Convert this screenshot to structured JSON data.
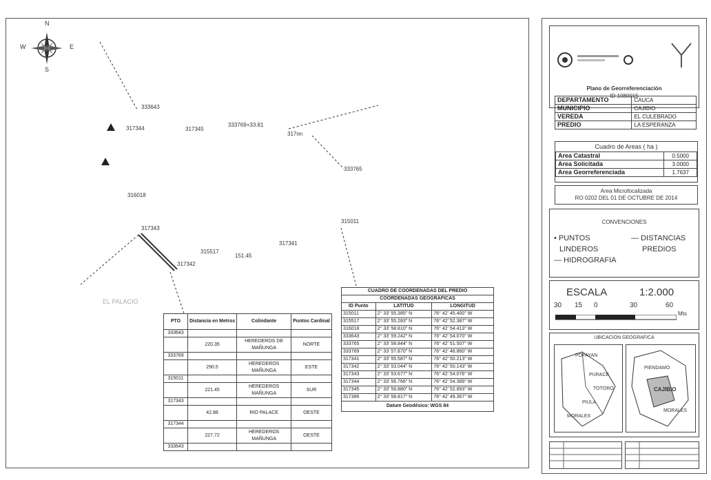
{
  "map": {
    "north_label": "N",
    "south_label": "S",
    "east_label": "E",
    "west_label": "W",
    "points": [
      {
        "id": "333643",
        "label": "333643"
      },
      {
        "id": "317344",
        "label": "317344"
      },
      {
        "id": "317345",
        "label": "317345"
      },
      {
        "id": "333769",
        "label": "333769+33.81"
      },
      {
        "id": "317nn",
        "label": "317nn"
      },
      {
        "id": "333765",
        "label": "333765"
      },
      {
        "id": "316018",
        "label": "316018"
      },
      {
        "id": "317343",
        "label": "317343"
      },
      {
        "id": "315517",
        "label": "315517"
      },
      {
        "id": "317341",
        "label": "317341"
      },
      {
        "id": "315011",
        "label": "315011"
      },
      {
        "id": "317342",
        "label": "317342"
      },
      {
        "id": "dist",
        "label": "151.45"
      }
    ],
    "place_text": "EL PALACIO"
  },
  "linderos": {
    "headers": [
      "PTO",
      "Distancia en Metros",
      "Colindante",
      "Puntos Cardinal"
    ],
    "rows": [
      {
        "pto": "333643",
        "dist": "",
        "colindante": "",
        "cardinal": ""
      },
      {
        "pto": "",
        "dist": "220.35",
        "colindante": "HEREDEROS DE MAÑUNGA",
        "cardinal": "NORTE"
      },
      {
        "pto": "333769",
        "dist": "",
        "colindante": "",
        "cardinal": ""
      },
      {
        "pto": "",
        "dist": "290.5",
        "colindante": "HEREDEROS MAÑUNGA",
        "cardinal": "ESTE"
      },
      {
        "pto": "315011",
        "dist": "",
        "colindante": "",
        "cardinal": ""
      },
      {
        "pto": "",
        "dist": "221.45",
        "colindante": "HEREDEROS MAÑUNGA",
        "cardinal": "SUR"
      },
      {
        "pto": "317343",
        "dist": "",
        "colindante": "",
        "cardinal": ""
      },
      {
        "pto": "",
        "dist": "42.88",
        "colindante": "RIO PALACE",
        "cardinal": "OESTE"
      },
      {
        "pto": "317344",
        "dist": "",
        "colindante": "",
        "cardinal": ""
      },
      {
        "pto": "",
        "dist": "227.72",
        "colindante": "HEREDEROS MAÑUNGA",
        "cardinal": "OESTE"
      },
      {
        "pto": "333643",
        "dist": "",
        "colindante": "",
        "cardinal": ""
      }
    ]
  },
  "coords": {
    "title": "CUADRO DE COORDENADAS DEL PREDIO",
    "subtitle": "COORDENADAS GEOGRAFICAS",
    "headers": [
      "ID Punto",
      "LATITUD",
      "LONGITUD"
    ],
    "rows": [
      [
        "315011",
        "2° 33' 55.385\" N",
        "76° 42' 45.400\" W"
      ],
      [
        "315517",
        "2° 33' 55.283\" N",
        "76° 42' 52.387\" W"
      ],
      [
        "316018",
        "2° 33' 58.810\" N",
        "76° 42' 54.413\" W"
      ],
      [
        "333643",
        "2° 33' 59.242\" N",
        "76° 42' 54.070\" W"
      ],
      [
        "333765",
        "2° 33' 58.844\" N",
        "76° 42' 51.507\" W"
      ],
      [
        "333769",
        "2° 33' 57.870\" N",
        "76° 42' 48.860\" W"
      ],
      [
        "317341",
        "2° 33' 55.587\" N",
        "76° 42' 50.213\" W"
      ],
      [
        "317342",
        "2° 33' 53.044\" N",
        "76° 42' 50.143\" W"
      ],
      [
        "317343",
        "2° 33' 53.677\" N",
        "76° 42' 54.076\" W"
      ],
      [
        "317344",
        "2° 33' 56.766\" N",
        "76° 42' 54.389\" W"
      ],
      [
        "317345",
        "2° 33' 56.880\" N",
        "76° 42' 52.893\" W"
      ],
      [
        "317386",
        "2° 33' 58.817\" N",
        "76° 42' 49.367\" W"
      ]
    ],
    "datum": "Datum Geodésico: WGS 84"
  },
  "panel": {
    "plan_title": "Plano de Georreferenciación",
    "plan_id": "ID 1080015",
    "info": [
      {
        "key": "DEPARTAMENTO",
        "value": "CAUCA"
      },
      {
        "key": "MUNICIPIO",
        "value": "CAJIBIO"
      },
      {
        "key": "VEREDA",
        "value": "EL CULEBRADO"
      },
      {
        "key": "PREDIO",
        "value": "LA ESPERANZA"
      }
    ],
    "areas_title": "Cuadro de Areas ( ha )",
    "areas": [
      {
        "key": "Area Catastral",
        "value": "0.5000"
      },
      {
        "key": "Area Solicitada",
        "value": "3.0000"
      },
      {
        "key": "Area Georreferenciada",
        "value": "1.7637"
      }
    ],
    "micro_title": "Area Microfocalizada",
    "micro_res": "RO 0202 DEL 01 DE OCTUBRE DE 2014",
    "conv_title": "CONVENCIONES",
    "conv_puntos": "PUNTOS",
    "conv_distancias": "DISTANCIAS",
    "conv_linderos": "LINDEROS",
    "conv_predios": "PREDIOS",
    "conv_hidro": "HIDROGRAFIA",
    "escala_label": "ESCALA",
    "escala_value": "1:2.000",
    "scale_ticks": [
      "30",
      "15",
      "0",
      "30",
      "60"
    ],
    "scale_unit": "Mts",
    "ubic_title": "UBICACION GEOGRAFICA",
    "mini1": [
      "POPAYAN",
      "PURACE",
      "TOTORO",
      "PIULA",
      "MORALES"
    ],
    "mini2": [
      "CAJIBIO",
      "PIENDAMO",
      "MORALES"
    ]
  },
  "colors": {
    "line": "#333333",
    "border": "#444444",
    "faint": "#aaaaaa"
  }
}
